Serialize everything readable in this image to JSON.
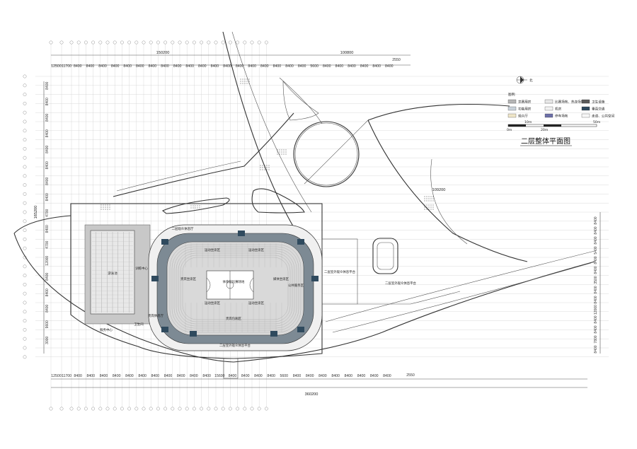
{
  "title": "二层整体平面图",
  "north_label": "北",
  "legend": {
    "heading": "图例:",
    "items": [
      {
        "label": "竞赛用房",
        "color": "#b5b5b5"
      },
      {
        "label": "比赛场地、热身场地",
        "color": "#e8e8e8"
      },
      {
        "label": "卫生设施",
        "color": "#5a5a5a"
      },
      {
        "label": "功能用房",
        "color": "#c9d2da"
      },
      {
        "label": "机房",
        "color": "#f2f2f2"
      },
      {
        "label": "垂直交通",
        "color": "#2f4a5e"
      },
      {
        "label": "观众厅",
        "color": "#efe6c8"
      },
      {
        "label": "停车场地",
        "color": "#6c6fa8"
      },
      {
        "label": "走道、公共空间",
        "color": "#f7f7f7"
      }
    ],
    "scale_labels": [
      "0m",
      "10m",
      "20m",
      "50m"
    ]
  },
  "dimensions": {
    "top_totals": [
      "150200",
      "100800"
    ],
    "top_segments": [
      "12500",
      "11700",
      "8400",
      "8400",
      "8400",
      "8400",
      "8400",
      "8400",
      "8400",
      "8400",
      "8400",
      "8400",
      "8400",
      "8400",
      "8400",
      "8400",
      "8400",
      "8400",
      "8400",
      "8400",
      "8400",
      "5600",
      "8400",
      "8400",
      "8400",
      "8400",
      "8400",
      "8400"
    ],
    "top_small": "2550",
    "bottom_segments": [
      "12500",
      "11700",
      "8400",
      "8400",
      "8400",
      "8400",
      "8400",
      "8400",
      "8400",
      "8400",
      "8400",
      "8400",
      "8400",
      "15600",
      "8400",
      "8400",
      "8400",
      "8400",
      "5600",
      "8400",
      "8400",
      "8400",
      "8400",
      "8400",
      "8400",
      "8400",
      "8400"
    ],
    "bottom_small": "2550",
    "bottom_total": "360200",
    "left_total": "165200",
    "right_total": "109200",
    "left_segments": [
      "8400",
      "8400",
      "8400",
      "8400",
      "8400",
      "8400",
      "8400",
      "8400",
      "4700",
      "8400",
      "4700",
      "12000",
      "8400",
      "8400",
      "8400",
      "9600",
      "3000"
    ],
    "right_segments": [
      "8400",
      "8400",
      "8400",
      "5400",
      "8400",
      "8400",
      "3500",
      "8400",
      "8400",
      "12000",
      "8400",
      "8400",
      "7800",
      "8400"
    ]
  },
  "rooms": {
    "pool": "游泳池",
    "arena_top_left": "运动坐席区",
    "arena_top_right": "运动坐席区",
    "arena_bottom_left": "运动坐席区",
    "arena_bottom_right": "运动坐席区",
    "arena_left": "贵宾坐席区",
    "arena_right": "媒体坐席区",
    "arena_bottom": "贵宾包厢区",
    "arena_center": "体育馆比赛场地",
    "lobby_top": "二层观众休息厅",
    "service_center": "服务中心",
    "east_terrace": "二层室外观众休息平台",
    "south_terrace": "二层室外观众休息平台",
    "far_east_terrace": "二层室外观众休息平台",
    "training": "训练中心",
    "club": "卫生间",
    "lounge": "贵宾休息厅",
    "public_service": "公共服务区"
  }
}
